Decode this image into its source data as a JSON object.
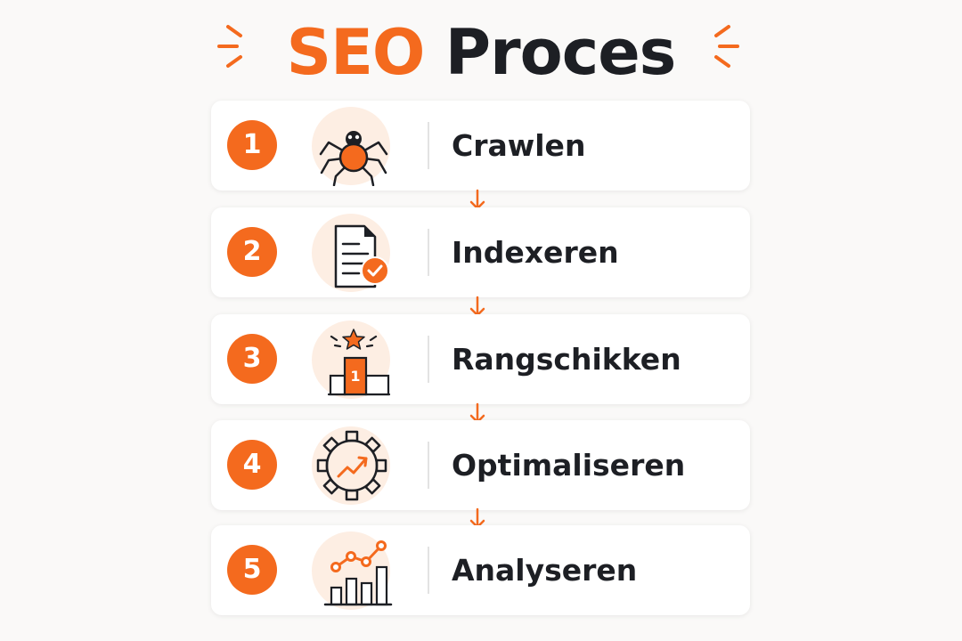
{
  "title": {
    "accent": "SEO",
    "main": "Proces"
  },
  "colors": {
    "accent": "#f46a1e",
    "text": "#1d1f24",
    "icon_bg": "#fdeee3"
  },
  "steps": [
    {
      "number": "1",
      "label": "Crawlen",
      "icon": "spider-icon"
    },
    {
      "number": "2",
      "label": "Indexeren",
      "icon": "document-check-icon"
    },
    {
      "number": "3",
      "label": "Rangschikken",
      "icon": "podium-icon",
      "icon_text": "1"
    },
    {
      "number": "4",
      "label": "Optimaliseren",
      "icon": "gear-growth-icon"
    },
    {
      "number": "5",
      "label": "Analyseren",
      "icon": "analytics-chart-icon"
    }
  ]
}
